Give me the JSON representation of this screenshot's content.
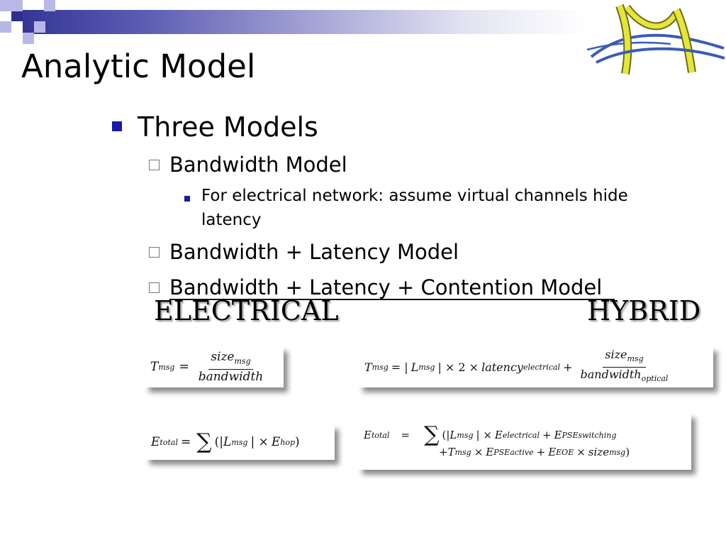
{
  "title": "Analytic Model",
  "bullets": {
    "l1": "Three Models",
    "l2_1": "Bandwidth Model",
    "l3_1": "For electrical network: assume virtual channels hide latency",
    "l2_2": "Bandwidth + Latency Model",
    "l2_3": "Bandwidth + Latency + Contention Model"
  },
  "labels": {
    "electrical": "ELECTRICAL",
    "hybrid": "HYBRID"
  },
  "equations": {
    "e1": {
      "T": "T",
      "msg": "msg",
      "eq": "=",
      "size": "size",
      "bandwidth": "bandwidth"
    },
    "e2": {
      "T": "T",
      "msg": "msg",
      "eq": "= |",
      "L": "L",
      "msg2": "msg",
      "mid": "| × 2 ×",
      "latency": "latency",
      "electrical": "electrical",
      "plus": "+",
      "size": "size",
      "msg3": "msg",
      "bandwidth": "bandwidth",
      "optical": "optical"
    },
    "e3": {
      "E": "E",
      "total": "total",
      "eq": "=",
      "sum": "∑",
      "open": "(|",
      "L": "L",
      "msg": "msg",
      "times": "| ×",
      "E2": "E",
      "hop": "hop",
      "close": ")"
    },
    "e4": {
      "line1": {
        "E": "E",
        "total": "total",
        "eq": "=",
        "sum": "∑",
        "open": "(|",
        "L": "L",
        "msg": "msg",
        "times": "| ×",
        "E2": "E",
        "electrical": "electrical",
        "plus": "+",
        "E3": "E",
        "psesw": "PSEswitching"
      },
      "line2": {
        "plus": "+",
        "T": "T",
        "msg": "msg",
        "times": "×",
        "E": "E",
        "pseactive": "PSEactive",
        "plus2": "+",
        "E2": "E",
        "eoe": "EOE",
        "times2": "×",
        "size": "size",
        "msg2": "msg",
        "close": ")"
      }
    }
  },
  "colors": {
    "bullet_blue": "#1a1aa6",
    "bar_dark": "#2e2e8f",
    "bar_light": "#b8b8e6",
    "logo_blue": "#3b5bb8",
    "logo_yellow": "#e6e63a"
  },
  "icons": {
    "logo": "m-bridge-logo"
  }
}
